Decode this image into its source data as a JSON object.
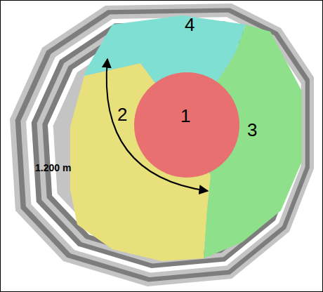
{
  "diagram": {
    "nodes": [
      {
        "text": [
          "4"
        ]
      },
      {
        "text": [
          "2"
        ]
      },
      {
        "text": [
          "1"
        ]
      },
      {
        "text": [
          "3"
        ]
      }
    ],
    "labels": [
      "1.200 m"
    ]
  }
}
